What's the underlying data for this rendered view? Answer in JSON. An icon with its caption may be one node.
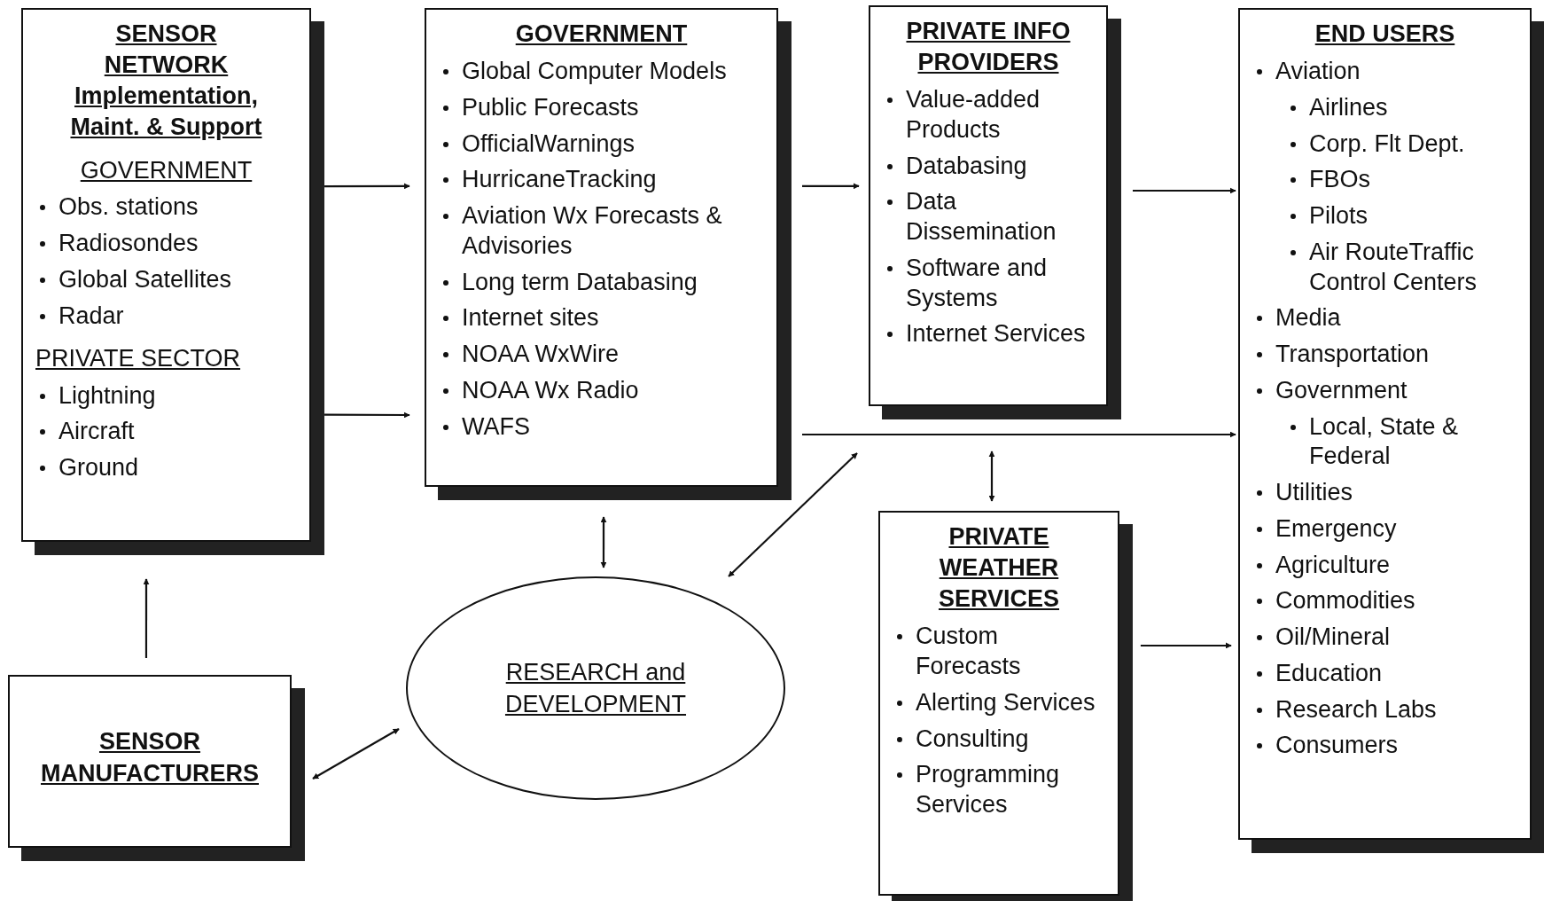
{
  "diagram": {
    "nodes": [
      {
        "text": [
          "SENSOR NETWORK Implementation, Maint. & Support",
          "GOVERNMENT",
          "Obs. stations",
          "Radiosondes",
          "Global Satellites",
          "Radar",
          "PRIVATE SECTOR",
          "Lightning",
          "Aircraft",
          "Ground"
        ]
      },
      {
        "text": [
          "GOVERNMENT",
          "Global Computer Models",
          "Public Forecasts",
          "OfficialWarnings",
          "HurricaneTracking",
          "Aviation Wx Forecasts & Advisories",
          "Long term Databasing",
          "Internet sites",
          "NOAA WxWire",
          "NOAA Wx Radio",
          "WAFS"
        ]
      },
      {
        "text": [
          "PRIVATE INFO PROVIDERS",
          "Value-added Products",
          "Databasing",
          "Data Dissemination",
          "Software and Systems",
          "Internet Services"
        ]
      },
      {
        "text": [
          "END USERS",
          "Aviation",
          "Airlines",
          "Corp. Flt Dept.",
          "FBOs",
          "Pilots",
          "Air RouteTraffic Control Centers",
          "Media",
          "Transportation",
          "Government",
          "Local, State & Federal",
          "Utilities",
          "Emergency",
          "Agriculture",
          "Commodities",
          "Oil/Mineral",
          "Education",
          "Research Labs",
          "Consumers"
        ]
      },
      {
        "text": [
          "SENSOR MANUFACTURERS"
        ]
      },
      {
        "text": [
          "RESEARCH and DEVELOPMENT"
        ]
      },
      {
        "text": [
          "PRIVATE WEATHER SERVICES",
          "Custom Forecasts",
          "Alerting Services",
          "Consulting",
          "Programming Services"
        ]
      }
    ],
    "edges": [
      {
        "from": 0,
        "to": 1,
        "arrow": "to"
      },
      {
        "from": 0,
        "to": 1,
        "arrow": "to"
      },
      {
        "from": 1,
        "to": 2,
        "arrow": "to"
      },
      {
        "from": 2,
        "to": 3,
        "arrow": "to"
      },
      {
        "from": 1,
        "to": 3,
        "arrow": "to"
      },
      {
        "from": 6,
        "to": 3,
        "arrow": "to"
      },
      {
        "from": 4,
        "to": 0,
        "arrow": "to"
      },
      {
        "from": 1,
        "to": 5,
        "arrow": "both"
      },
      {
        "from": 5,
        "to": 2,
        "arrow": "both"
      },
      {
        "from": 2,
        "to": 6,
        "arrow": "both"
      },
      {
        "from": 4,
        "to": 5,
        "arrow": "both"
      }
    ]
  }
}
